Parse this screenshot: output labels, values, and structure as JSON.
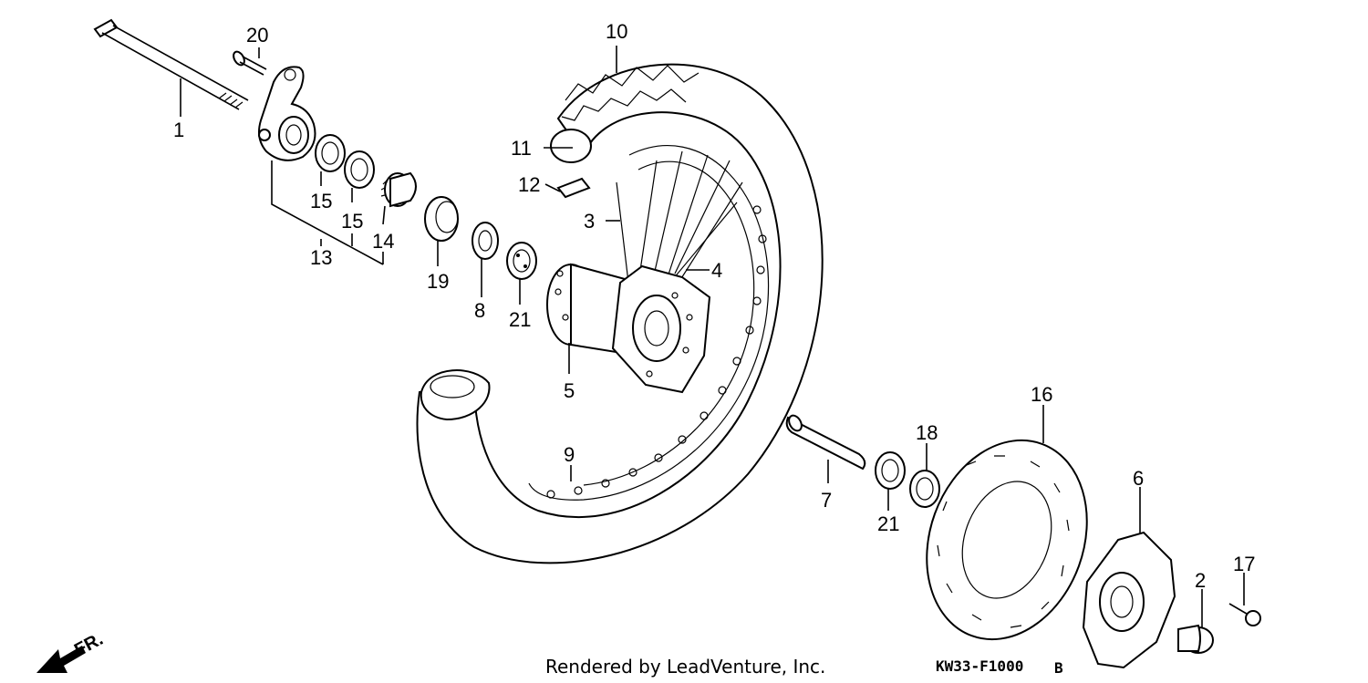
{
  "callouts": [
    {
      "id": "1",
      "label": "1"
    },
    {
      "id": "2",
      "label": "2"
    },
    {
      "id": "3",
      "label": "3"
    },
    {
      "id": "4",
      "label": "4"
    },
    {
      "id": "5",
      "label": "5"
    },
    {
      "id": "6",
      "label": "6"
    },
    {
      "id": "7",
      "label": "7"
    },
    {
      "id": "8",
      "label": "8"
    },
    {
      "id": "9",
      "label": "9"
    },
    {
      "id": "10",
      "label": "10"
    },
    {
      "id": "11",
      "label": "11"
    },
    {
      "id": "12",
      "label": "12"
    },
    {
      "id": "13",
      "label": "13"
    },
    {
      "id": "14",
      "label": "14"
    },
    {
      "id": "15a",
      "label": "15"
    },
    {
      "id": "15b",
      "label": "15"
    },
    {
      "id": "16",
      "label": "16"
    },
    {
      "id": "17",
      "label": "17"
    },
    {
      "id": "18",
      "label": "18"
    },
    {
      "id": "19",
      "label": "19"
    },
    {
      "id": "20",
      "label": "20"
    },
    {
      "id": "21a",
      "label": "21"
    },
    {
      "id": "21b",
      "label": "21"
    }
  ],
  "footer": {
    "credit": "Rendered by LeadVenture, Inc.",
    "diagram_code": "KW33-F1000",
    "revision": "B"
  },
  "direction": {
    "label": "FR."
  }
}
